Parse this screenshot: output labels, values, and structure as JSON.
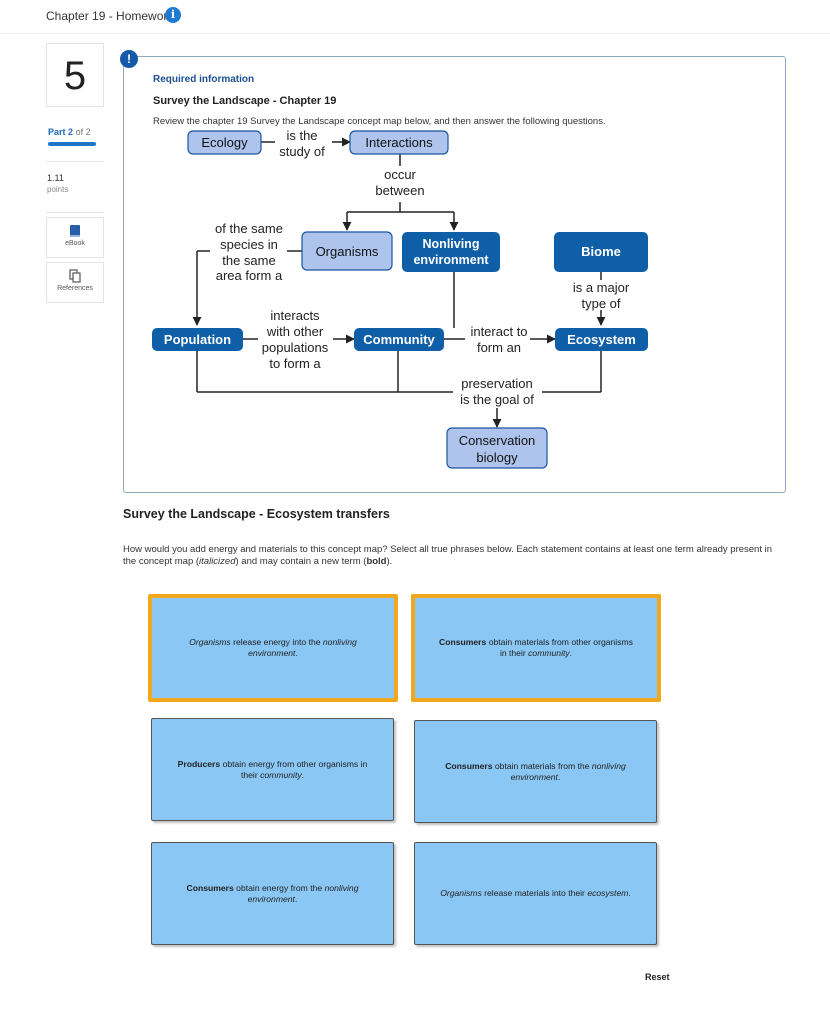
{
  "header": {
    "title": "Chapter 19 - Homework",
    "info_icon": "info-icon"
  },
  "sidebar": {
    "question_number": "5",
    "part_label": "Part",
    "part_current": "2",
    "part_of": "of 2",
    "points_value": "1.11",
    "points_label": "points",
    "tools": [
      {
        "label": "eBook",
        "icon": "book-icon"
      },
      {
        "label": "References",
        "icon": "copy-pages-icon"
      }
    ]
  },
  "required": {
    "alert_glyph": "!",
    "title": "Required information",
    "subtitle": "Survey the Landscape - Chapter 19",
    "instructions": "Review the chapter 19 Survey the Landscape concept map below, and then answer the following questions."
  },
  "concept_map": {
    "nodes": {
      "ecology": "Ecology",
      "interactions": "Interactions",
      "organisms": "Organisms",
      "nonliving_1": "Nonliving",
      "nonliving_2": "environment",
      "biome": "Biome",
      "population": "Population",
      "community": "Community",
      "ecosystem": "Ecosystem",
      "conservation_1": "Conservation",
      "conservation_2": "biology"
    },
    "links": {
      "is_the_1": "is the",
      "is_the_2": "study of",
      "occur_1": "occur",
      "occur_2": "between",
      "same_1": "of the same",
      "same_2": "species in",
      "same_3": "the same",
      "same_4": "area form a",
      "interacts_1": "interacts",
      "interacts_2": "with other",
      "interacts_3": "populations",
      "interacts_4": "to form a",
      "interact_to_1": "interact to",
      "interact_to_2": "form an",
      "major_1": "is a major",
      "major_2": "type of",
      "preservation_1": "preservation",
      "preservation_2": "is the goal of"
    },
    "colors": {
      "dark_node": "#0f5fa8",
      "light_node": "#aec4ec"
    }
  },
  "section": {
    "title": "Survey the Landscape - Ecosystem transfers",
    "question_part1": "How would you add energy and materials to this concept map? Select all true phrases below. Each statement contains at least one term already present in the concept map (",
    "question_italic": "italicized",
    "question_part2": ") and may contain a new term (",
    "question_bold": "bold",
    "question_part3": ")."
  },
  "options": [
    {
      "lead_italic": "Organisms",
      "mid": " release energy into the ",
      "tail_italic": "nonliving environment",
      "end": ".",
      "selected": true
    },
    {
      "lead_bold": "Consumers",
      "mid": " obtain materials from other organisms in their ",
      "tail_italic": "community",
      "end": ".",
      "selected": true
    },
    {
      "lead_bold": "Producers",
      "mid": " obtain energy from other organisms in their ",
      "tail_italic": "community",
      "end": ".",
      "selected": false
    },
    {
      "lead_bold": "Consumers",
      "mid": " obtain materials from the ",
      "tail_italic": "nonliving environment",
      "end": ".",
      "selected": false
    },
    {
      "lead_bold": "Consumers",
      "mid": " obtain energy from the ",
      "tail_italic": "nonliving environment",
      "end": ".",
      "selected": false
    },
    {
      "lead_italic": "Organisms",
      "mid": " release materials into their ",
      "tail_italic": "ecosystem",
      "end": ".",
      "selected": false
    }
  ],
  "reset_label": "Reset",
  "colors": {
    "accent": "#1f73c9",
    "option_bg": "#8ac7f4",
    "selected_border": "#f2a81d"
  }
}
